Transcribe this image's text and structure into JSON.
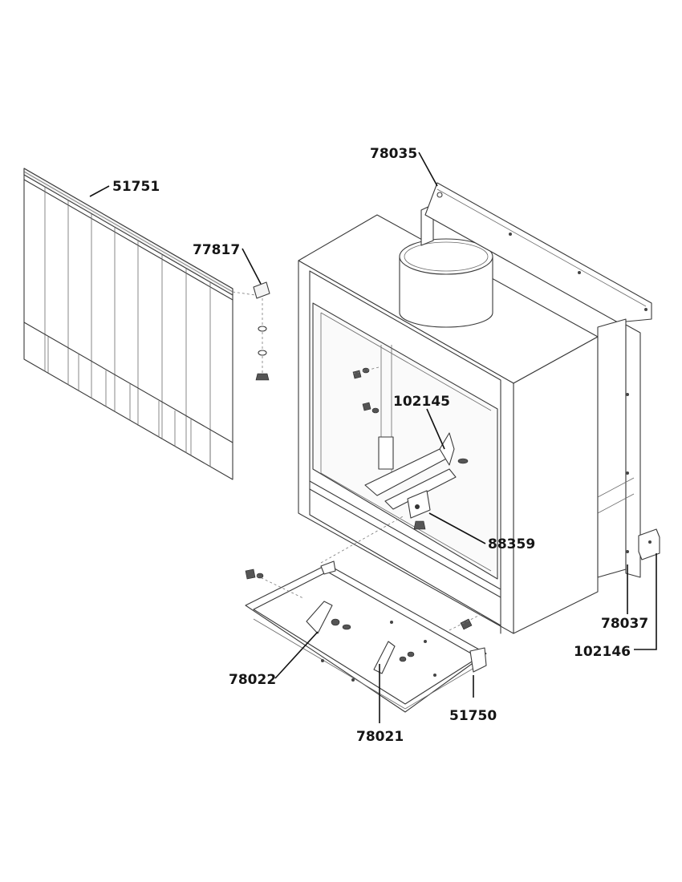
{
  "diagram": {
    "type": "exploded-parts-diagram",
    "callouts": [
      {
        "id": "c-51751",
        "part": "51751"
      },
      {
        "id": "c-77817",
        "part": "77817"
      },
      {
        "id": "c-78035",
        "part": "78035"
      },
      {
        "id": "c-102145",
        "part": "102145"
      },
      {
        "id": "c-88359",
        "part": "88359"
      },
      {
        "id": "c-78037",
        "part": "78037"
      },
      {
        "id": "c-102146",
        "part": "102146"
      },
      {
        "id": "c-78022",
        "part": "78022"
      },
      {
        "id": "c-78021",
        "part": "78021"
      },
      {
        "id": "c-51750",
        "part": "51750"
      }
    ]
  }
}
